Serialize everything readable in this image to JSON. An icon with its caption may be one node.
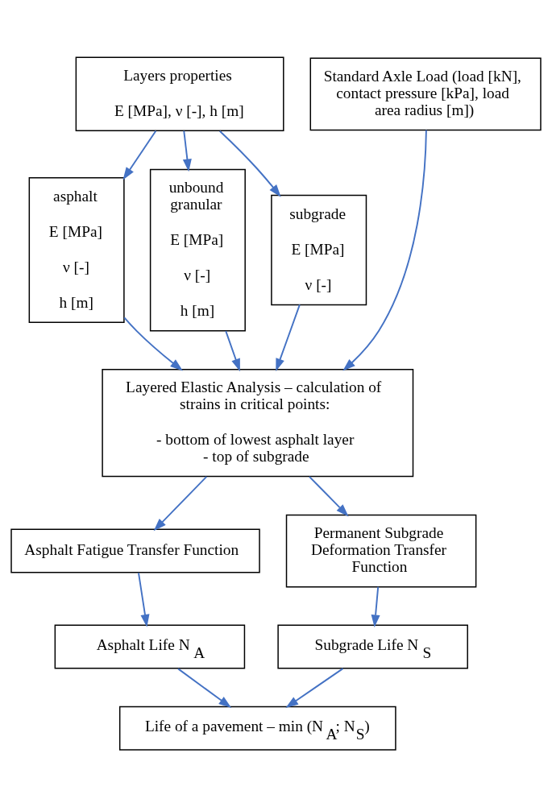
{
  "diagram": {
    "nodes": [
      {
        "text": [
          "Layers properties",
          "E [MPa], ν [-], h [m]"
        ]
      },
      {
        "text": [
          "Standard Axle Load (load [kN], contact pressure [kPa], load area radius [m])"
        ]
      },
      {
        "text": [
          "asphalt",
          "E [MPa]",
          "ν [-]",
          "h [m]"
        ]
      },
      {
        "text": [
          "unbound granular",
          "E [MPa]",
          "ν [-]",
          "h [m]"
        ]
      },
      {
        "text": [
          "subgrade",
          "E [MPa]",
          "ν [-]"
        ]
      },
      {
        "text": [
          "Layered Elastic Analysis – calculation of strains in critical points:",
          "- bottom of lowest asphalt layer",
          "- top of subgrade"
        ]
      },
      {
        "text": [
          "Asphalt Fatigue Transfer Function"
        ]
      },
      {
        "text": [
          "Permanent Subgrade Deformation Transfer Function"
        ]
      },
      {
        "text": [
          "Asphalt Life N$_{A}$"
        ]
      },
      {
        "text": [
          "Subgrade Life N$_{S}$"
        ]
      },
      {
        "text": [
          "Life of a pavement – min (N$_{A}$; N$_{S}$)"
        ]
      }
    ],
    "edges": [
      {
        "from": 0,
        "to": 2,
        "arrow": "to"
      },
      {
        "from": 0,
        "to": 3,
        "arrow": "to"
      },
      {
        "from": 0,
        "to": 4,
        "arrow": "to"
      },
      {
        "from": 1,
        "to": 5,
        "arrow": "to"
      },
      {
        "from": 2,
        "to": 5,
        "arrow": "to"
      },
      {
        "from": 3,
        "to": 5,
        "arrow": "to"
      },
      {
        "from": 4,
        "to": 5,
        "arrow": "to"
      },
      {
        "from": 5,
        "to": 6,
        "arrow": "to"
      },
      {
        "from": 5,
        "to": 7,
        "arrow": "to"
      },
      {
        "from": 6,
        "to": 8,
        "arrow": "to"
      },
      {
        "from": 7,
        "to": 9,
        "arrow": "to"
      },
      {
        "from": 8,
        "to": 10,
        "arrow": "to"
      },
      {
        "from": 9,
        "to": 10,
        "arrow": "to"
      }
    ]
  }
}
